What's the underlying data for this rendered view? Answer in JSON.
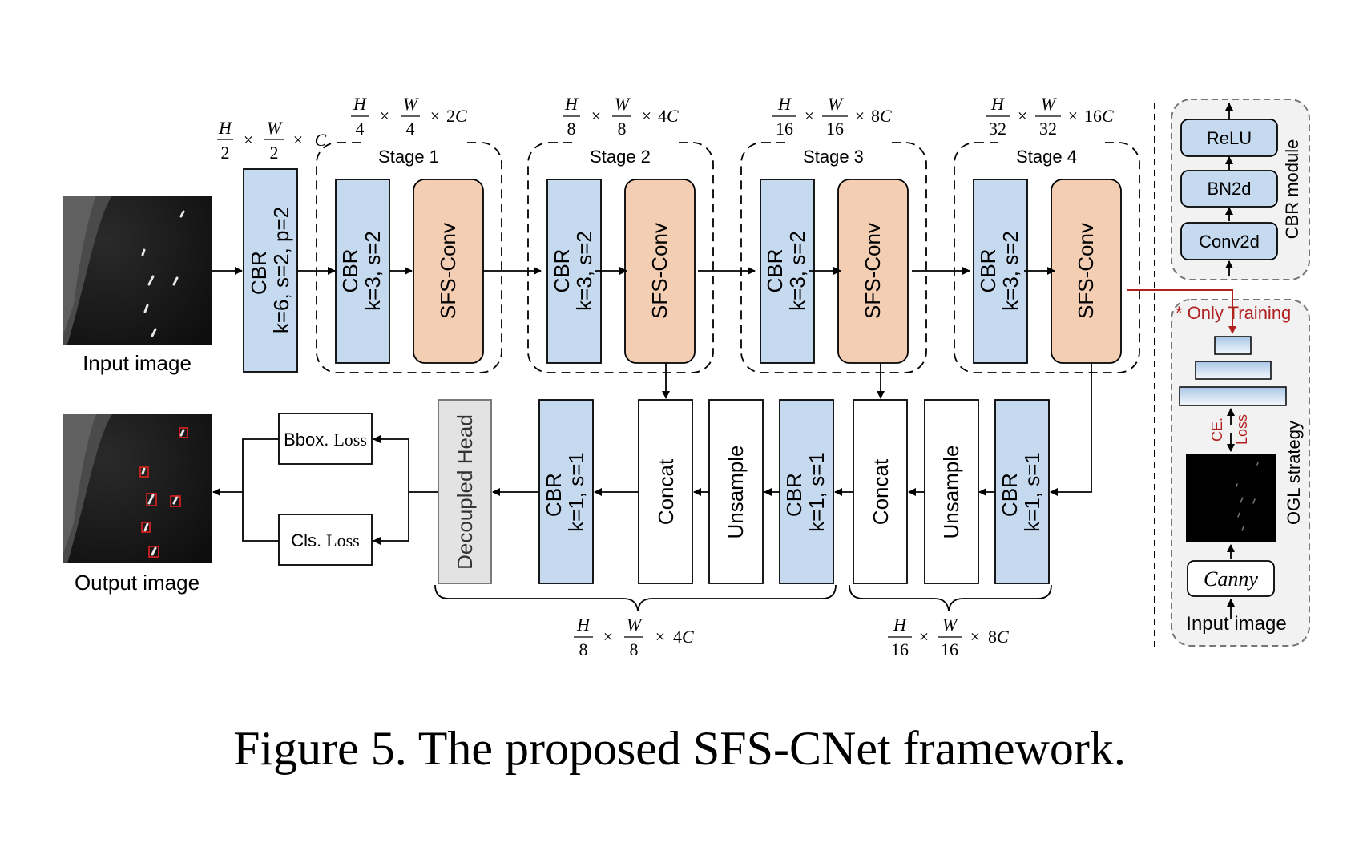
{
  "input_label": "Input image",
  "output_label": "Output image",
  "first_cbr": {
    "title": "CBR",
    "params": "k=6, s=2, p=2"
  },
  "first_dim": {
    "h": "H",
    "hd": "2",
    "w": "W",
    "wd": "2",
    "c": "C"
  },
  "stages": [
    {
      "label": "Stage 1",
      "cbr_title": "CBR",
      "cbr_params": "k=3, s=2",
      "sfs": "SFS-Conv",
      "dim": {
        "h": "H",
        "hd": "4",
        "w": "W",
        "wd": "4",
        "cm": "2",
        "c": "C"
      }
    },
    {
      "label": "Stage 2",
      "cbr_title": "CBR",
      "cbr_params": "k=3, s=2",
      "sfs": "SFS-Conv",
      "dim": {
        "h": "H",
        "hd": "8",
        "w": "W",
        "wd": "8",
        "cm": "4",
        "c": "C"
      }
    },
    {
      "label": "Stage 3",
      "cbr_title": "CBR",
      "cbr_params": "k=3, s=2",
      "sfs": "SFS-Conv",
      "dim": {
        "h": "H",
        "hd": "16",
        "w": "W",
        "wd": "16",
        "cm": "8",
        "c": "C"
      }
    },
    {
      "label": "Stage 4",
      "cbr_title": "CBR",
      "cbr_params": "k=3, s=2",
      "sfs": "SFS-Conv",
      "dim": {
        "h": "H",
        "hd": "32",
        "w": "W",
        "wd": "32",
        "cm": "16",
        "c": "C"
      }
    }
  ],
  "bottom": {
    "cbr_title": "CBR",
    "cbr_params": "k=1, s=1",
    "concat": "Concat",
    "upsample": "Unsample",
    "head": "Decoupled Head",
    "bbox_a": "Bbox.",
    "bbox_b": "Loss",
    "cls_a": "Cls.",
    "cls_b": "Loss",
    "dim_left": {
      "h": "H",
      "hd": "8",
      "w": "W",
      "wd": "8",
      "cm": "4",
      "c": "C"
    },
    "dim_right": {
      "h": "H",
      "hd": "16",
      "w": "W",
      "wd": "16",
      "cm": "8",
      "c": "C"
    }
  },
  "cbr_module": {
    "title": "CBR module",
    "relu": "ReLU",
    "bn": "BN2d",
    "conv": "Conv2d"
  },
  "ogl": {
    "only_training": "* Only Training",
    "ce": "CE.",
    "loss": "Loss",
    "title": "OGL strategy",
    "canny": "Canny",
    "input": "Input image"
  },
  "caption": "Figure 5. The proposed SFS-CNet framework.",
  "colors": {
    "cbr": "#c5d9ef",
    "sfs": "#f4ceb3",
    "head": "#e3e3e3",
    "module_bg": "#f2f2f2",
    "red": "#b0201f"
  }
}
